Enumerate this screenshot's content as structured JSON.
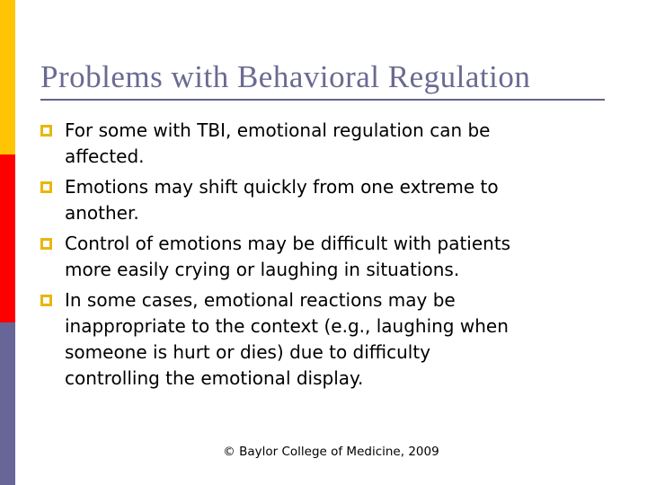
{
  "slide": {
    "title": "Problems with Behavioral Regulation",
    "bullets": [
      [
        "For some with TBI, emotional regulation can be",
        "affected."
      ],
      [
        "Emotions may shift quickly from one extreme to",
        "another."
      ],
      [
        "Control of emotions may be difficult with patients",
        "more easily crying or laughing in situations."
      ],
      [
        "In some cases, emotional reactions may be",
        "inappropriate to the context (e.g., laughing when",
        "someone is hurt or dies) due to difficulty",
        "controlling the emotional display."
      ]
    ],
    "footer": "© Baylor College of Medicine, 2009",
    "colors": {
      "edge_bar_yellow": "#FFC403",
      "edge_bar_red": "#FE0000",
      "edge_bar_slate": "#666699",
      "bullet_square_gold": "#E9B60C",
      "title_text": "#6A6A92",
      "title_rule": "#63638F",
      "body_text": "#000000"
    }
  }
}
